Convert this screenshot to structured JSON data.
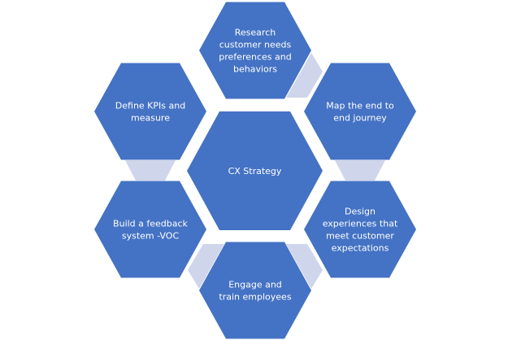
{
  "colors": {
    "hexagon": "#4472C4",
    "connector": "#CFD5EA",
    "text": "#FFFFFF"
  },
  "center": {
    "id": "cx-strategy",
    "lines": [
      "CX Strategy"
    ]
  },
  "steps": [
    {
      "id": "research",
      "lines": [
        "Research",
        "customer needs",
        "preferences and",
        "behaviors"
      ]
    },
    {
      "id": "map-journey",
      "lines": [
        "Map the end to",
        "end journey"
      ]
    },
    {
      "id": "design-experiences",
      "lines": [
        "Design",
        "experiences that",
        "meet customer",
        "expectations"
      ]
    },
    {
      "id": "engage-train",
      "lines": [
        "Engage and",
        "train employees"
      ]
    },
    {
      "id": "feedback-system",
      "lines": [
        "Build a feedback",
        "system -VOC"
      ]
    },
    {
      "id": "define-kpis",
      "lines": [
        "Define KPIs and",
        "measure"
      ]
    }
  ]
}
